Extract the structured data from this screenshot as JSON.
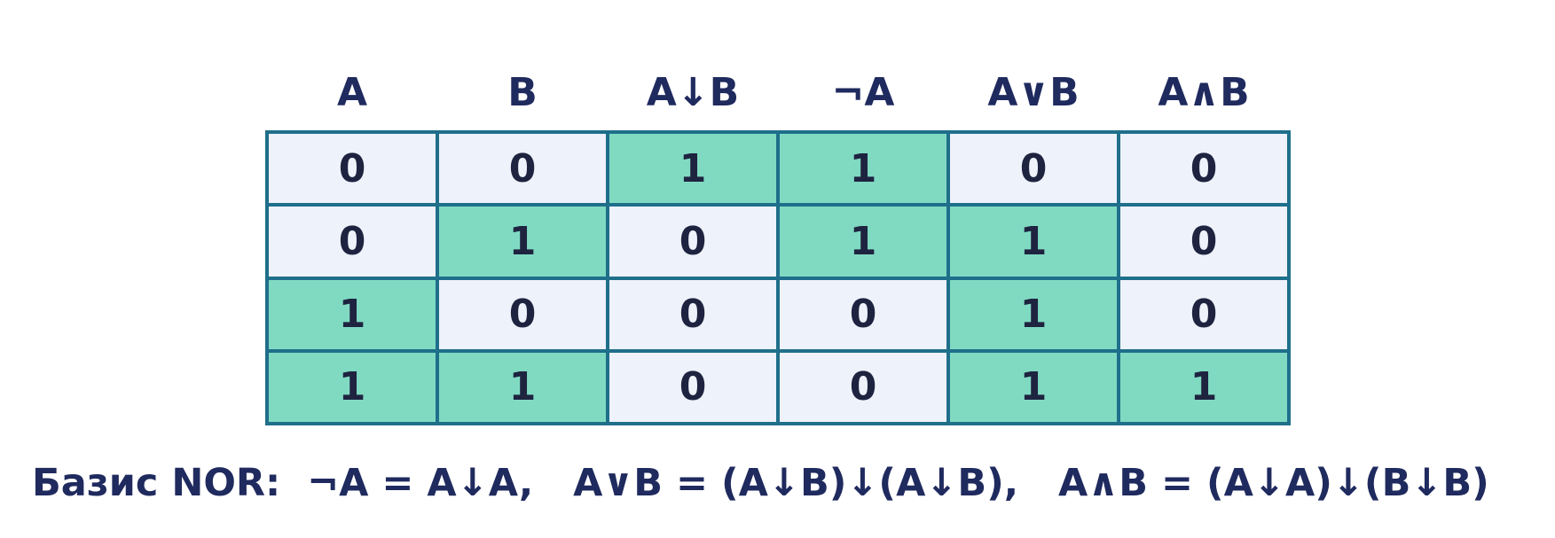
{
  "colors": {
    "header_text": "#1f2a5e",
    "cell_text": "#1e2340",
    "grid_border": "#1f6f8b",
    "cell_zero_bg": "#eef2fa",
    "cell_one_bg": "#80dac2"
  },
  "table": {
    "headers": [
      "A",
      "B",
      "A↓B",
      "¬A",
      "A∨B",
      "A∧B"
    ],
    "rows": [
      [
        "0",
        "0",
        "1",
        "1",
        "0",
        "0"
      ],
      [
        "0",
        "1",
        "0",
        "1",
        "1",
        "0"
      ],
      [
        "1",
        "0",
        "0",
        "0",
        "1",
        "0"
      ],
      [
        "1",
        "1",
        "0",
        "0",
        "1",
        "1"
      ]
    ]
  },
  "formula": "Базис NOR:  ¬A = A↓A,   A∨B = (A↓B)↓(A↓B),   A∧B = (A↓A)↓(B↓B)"
}
